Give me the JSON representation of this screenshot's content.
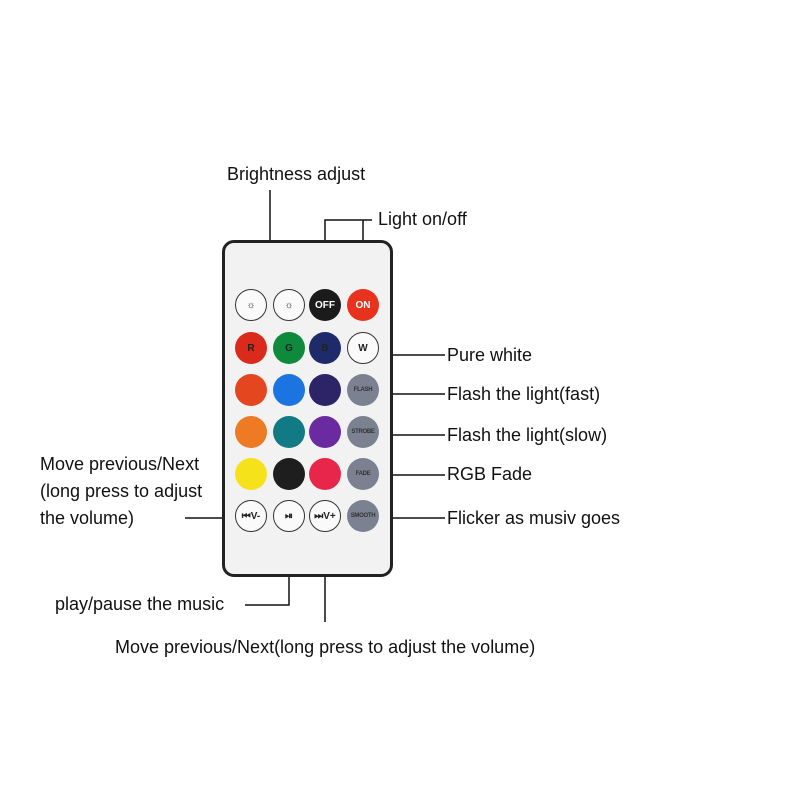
{
  "labels": {
    "brightness": "Brightness adjust",
    "light": "Light on/off",
    "pure_white": "Pure white",
    "flash_fast": "Flash the light(fast)",
    "flash_slow": "Flash the light(slow)",
    "rgb_fade": "RGB Fade",
    "flicker": "Flicker as musiv goes",
    "prev_next_left": [
      "Move previous/Next",
      "(long press to adjust",
      "the volume)"
    ],
    "play_pause": "play/pause the music",
    "prev_next_bottom": "Move previous/Next(long press to adjust the volume)"
  },
  "buttons": [
    {
      "text": "☼",
      "color": "#fafafa",
      "name": "brightness-down-button",
      "style": "out"
    },
    {
      "text": "☼",
      "color": "#fafafa",
      "name": "brightness-up-button",
      "style": "out"
    },
    {
      "text": "OFF",
      "color": "#1b1b1b",
      "name": "off-button",
      "fg": "#fff"
    },
    {
      "text": "ON",
      "color": "#e8321e",
      "name": "on-button",
      "fg": "#fff"
    },
    {
      "text": "R",
      "color": "#d92a1c",
      "name": "red-button"
    },
    {
      "text": "G",
      "color": "#0f8a3c",
      "name": "green-button"
    },
    {
      "text": "B",
      "color": "#1f2a6b",
      "name": "blue-button"
    },
    {
      "text": "W",
      "color": "#fafafa",
      "name": "white-button",
      "style": "out"
    },
    {
      "text": "",
      "color": "#e4461f",
      "name": "color-button"
    },
    {
      "text": "",
      "color": "#1c74e0",
      "name": "color-button"
    },
    {
      "text": "",
      "color": "#2c2466",
      "name": "color-button"
    },
    {
      "text": "FLASH",
      "color": "#7b8190",
      "name": "flash-button",
      "style": "gray"
    },
    {
      "text": "",
      "color": "#ee7a24",
      "name": "color-button"
    },
    {
      "text": "",
      "color": "#127a84",
      "name": "color-button"
    },
    {
      "text": "",
      "color": "#6a2aa0",
      "name": "color-button"
    },
    {
      "text": "STROBE",
      "color": "#7b8190",
      "name": "strobe-button",
      "style": "gray"
    },
    {
      "text": "",
      "color": "#f6e21a",
      "name": "color-button"
    },
    {
      "text": "",
      "color": "#1e1e1e",
      "name": "color-button"
    },
    {
      "text": "",
      "color": "#e8264c",
      "name": "color-button"
    },
    {
      "text": "FADE",
      "color": "#7b8190",
      "name": "fade-button",
      "style": "gray"
    },
    {
      "text": "⏮V-",
      "color": "#fafafa",
      "name": "prev-button",
      "style": "out"
    },
    {
      "text": "⏯",
      "color": "#fafafa",
      "name": "play-pause-button",
      "style": "out"
    },
    {
      "text": "⏭V+",
      "color": "#fafafa",
      "name": "next-button",
      "style": "out"
    },
    {
      "text": "SMOOTH",
      "color": "#7b8190",
      "name": "smooth-button",
      "style": "gray"
    }
  ]
}
